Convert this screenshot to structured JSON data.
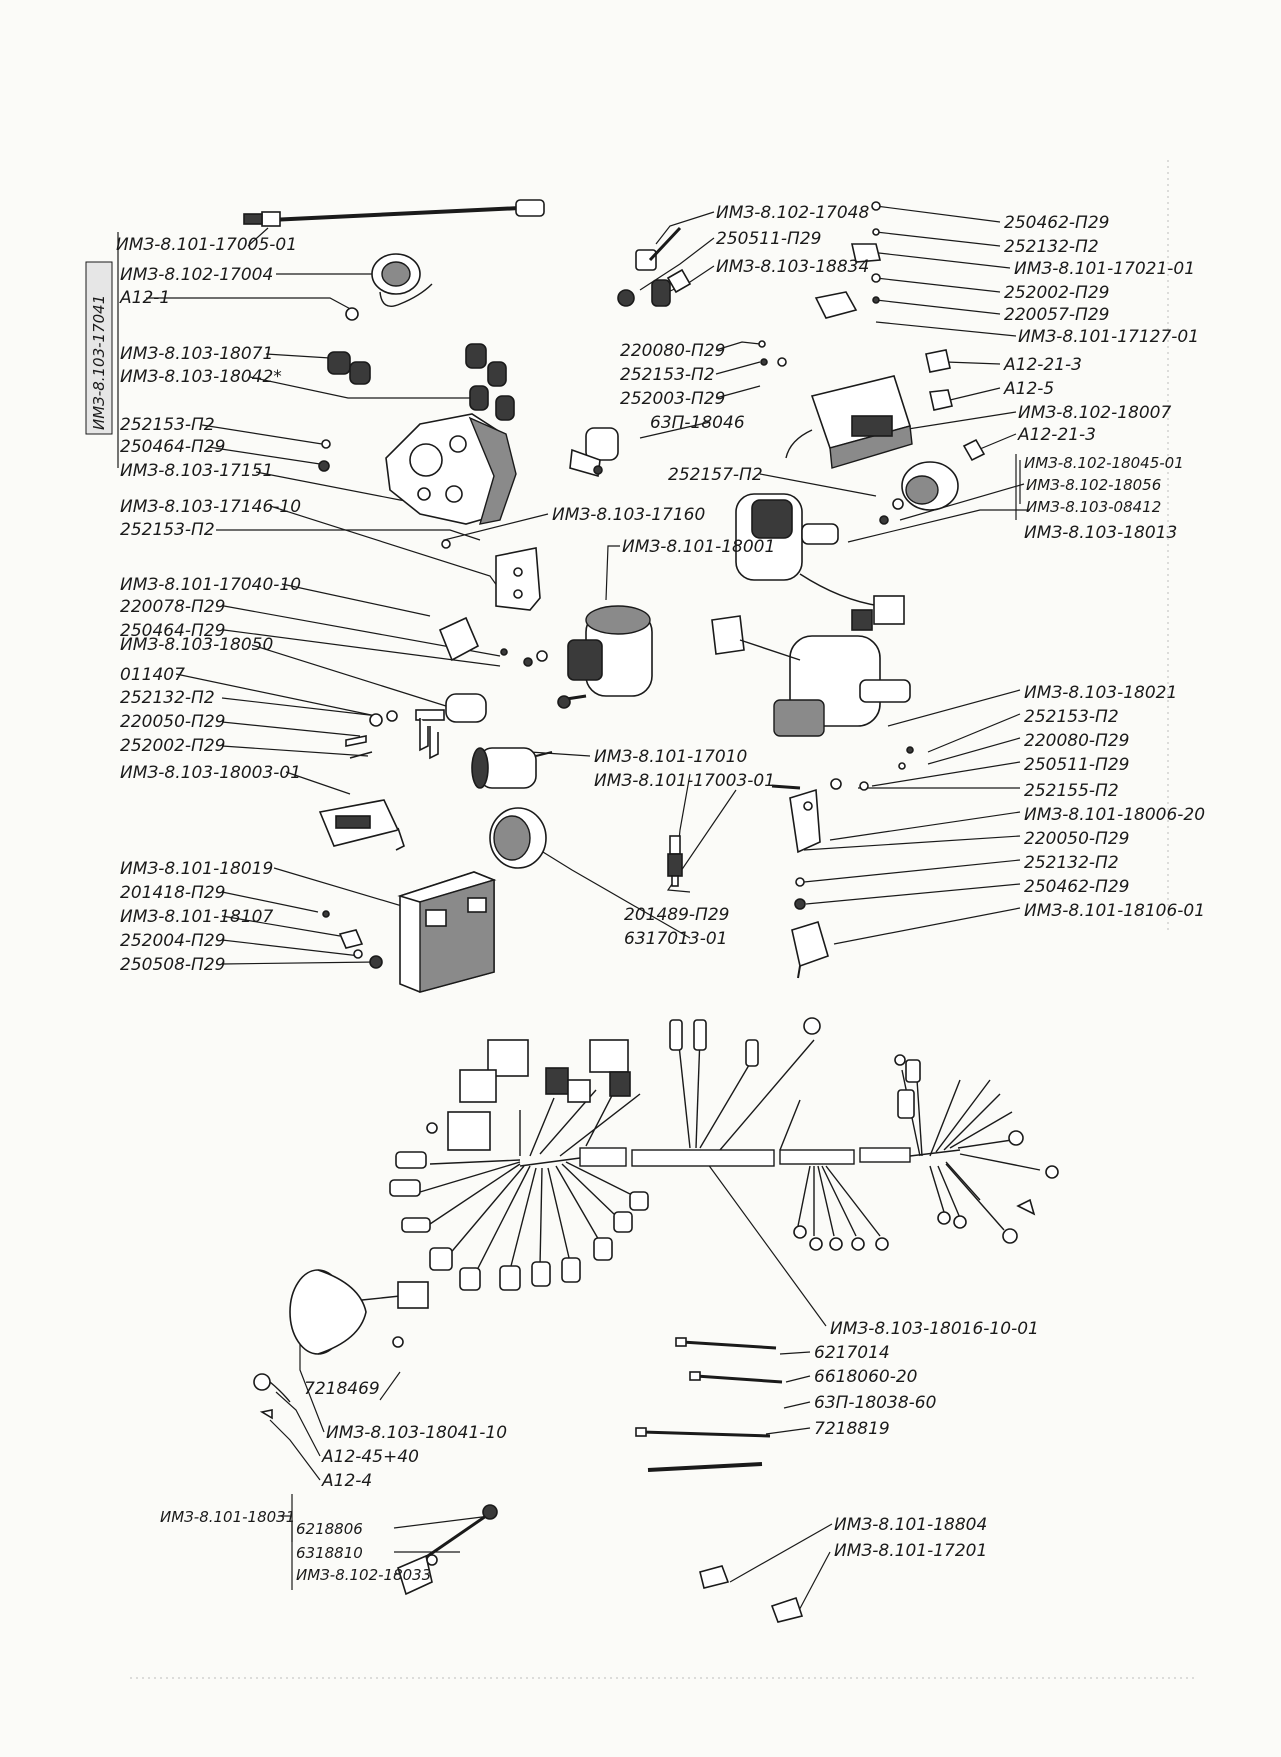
{
  "side_label": "ИМЗ-8.103-17041",
  "callouts": [
    {
      "id": "c01",
      "text": "ИМЗ-8.101-17005-01"
    },
    {
      "id": "c02",
      "text": "ИМЗ-8.102-17004"
    },
    {
      "id": "c03",
      "text": "А12-1"
    },
    {
      "id": "c04",
      "text": "ИМЗ-8.103-18071"
    },
    {
      "id": "c05",
      "text": "ИМЗ-8.103-18042*"
    },
    {
      "id": "c06",
      "text": "252153-П2"
    },
    {
      "id": "c07",
      "text": "250464-П29"
    },
    {
      "id": "c08",
      "text": "ИМЗ-8.103-17151"
    },
    {
      "id": "c09",
      "text": "ИМЗ-8.103-17146-10"
    },
    {
      "id": "c10",
      "text": "252153-П2"
    },
    {
      "id": "c11",
      "text": "ИМЗ-8.101-17040-10"
    },
    {
      "id": "c12",
      "text": "220078-П29"
    },
    {
      "id": "c13",
      "text": "250464-П29"
    },
    {
      "id": "c14",
      "text": "ИМЗ-8.103-18050"
    },
    {
      "id": "c15",
      "text": "011407"
    },
    {
      "id": "c16",
      "text": "252132-П2"
    },
    {
      "id": "c17",
      "text": "220050-П29"
    },
    {
      "id": "c18",
      "text": "252002-П29"
    },
    {
      "id": "c19",
      "text": "ИМЗ-8.103-18003-01"
    },
    {
      "id": "c20",
      "text": "ИМЗ-8.101-18019"
    },
    {
      "id": "c21",
      "text": "201418-П29"
    },
    {
      "id": "c22",
      "text": "ИМЗ-8.101-18107"
    },
    {
      "id": "c23",
      "text": "252004-П29"
    },
    {
      "id": "c24",
      "text": "250508-П29"
    },
    {
      "id": "c25",
      "text": "ИМЗ-8.102-17048"
    },
    {
      "id": "c26",
      "text": "250511-П29"
    },
    {
      "id": "c27",
      "text": "ИМЗ-8.103-18834"
    },
    {
      "id": "c28",
      "text": "220080-П29"
    },
    {
      "id": "c29",
      "text": "252153-П2"
    },
    {
      "id": "c30",
      "text": "252003-П29"
    },
    {
      "id": "c31",
      "text": "63П-18046"
    },
    {
      "id": "c32",
      "text": "ИМЗ-8.103-17160"
    },
    {
      "id": "c33",
      "text": "ИМЗ-8.101-18001"
    },
    {
      "id": "c34",
      "text": "ИМЗ-8.101-17010"
    },
    {
      "id": "c35",
      "text": "ИМЗ-8.101-17003-01"
    },
    {
      "id": "c36",
      "text": "201489-П29"
    },
    {
      "id": "c37",
      "text": "6317013-01"
    },
    {
      "id": "c38",
      "text": "250462-П29"
    },
    {
      "id": "c39",
      "text": "252132-П2"
    },
    {
      "id": "c40",
      "text": "ИМЗ-8.101-17021-01"
    },
    {
      "id": "c41",
      "text": "252002-П29"
    },
    {
      "id": "c42",
      "text": "220057-П29"
    },
    {
      "id": "c43",
      "text": "ИМЗ-8.101-17127-01"
    },
    {
      "id": "c44",
      "text": "А12-21-3"
    },
    {
      "id": "c45",
      "text": "А12-5"
    },
    {
      "id": "c46",
      "text": "ИМЗ-8.102-18007"
    },
    {
      "id": "c47",
      "text": "А12-21-3"
    },
    {
      "id": "c48",
      "text": "252157-П2"
    },
    {
      "id": "c49",
      "text": "ИМЗ-8.102-18045-01"
    },
    {
      "id": "c50",
      "text": "ИМЗ-8.102-18056"
    },
    {
      "id": "c51",
      "text": "ИМЗ-8.103-08412"
    },
    {
      "id": "c52",
      "text": "ИМЗ-8.103-18013"
    },
    {
      "id": "c53",
      "text": "ИМЗ-8.103-18021"
    },
    {
      "id": "c54",
      "text": "252153-П2"
    },
    {
      "id": "c55",
      "text": "220080-П29"
    },
    {
      "id": "c56",
      "text": "250511-П29"
    },
    {
      "id": "c57",
      "text": "252155-П2"
    },
    {
      "id": "c58",
      "text": "ИМЗ-8.101-18006-20"
    },
    {
      "id": "c59",
      "text": "220050-П29"
    },
    {
      "id": "c60",
      "text": "252132-П2"
    },
    {
      "id": "c61",
      "text": "250462-П29"
    },
    {
      "id": "c62",
      "text": "ИМЗ-8.101-18106-01"
    },
    {
      "id": "c63",
      "text": "ИМЗ-8.103-18016-10-01"
    },
    {
      "id": "c64",
      "text": "6217014"
    },
    {
      "id": "c65",
      "text": "6618060-20"
    },
    {
      "id": "c66",
      "text": "63П-18038-60"
    },
    {
      "id": "c67",
      "text": "7218819"
    },
    {
      "id": "c68",
      "text": "7218469"
    },
    {
      "id": "c69",
      "text": "ИМЗ-8.103-18041-10"
    },
    {
      "id": "c70",
      "text": "А12-45+40"
    },
    {
      "id": "c71",
      "text": "А12-4"
    },
    {
      "id": "c72",
      "text": "ИМЗ-8.101-18031"
    },
    {
      "id": "c73",
      "text": "6218806"
    },
    {
      "id": "c74",
      "text": "6318810"
    },
    {
      "id": "c75",
      "text": "ИМЗ-8.102-18033"
    },
    {
      "id": "c76",
      "text": "ИМЗ-8.101-18804"
    },
    {
      "id": "c77",
      "text": "ИМЗ-8.101-17201"
    }
  ]
}
